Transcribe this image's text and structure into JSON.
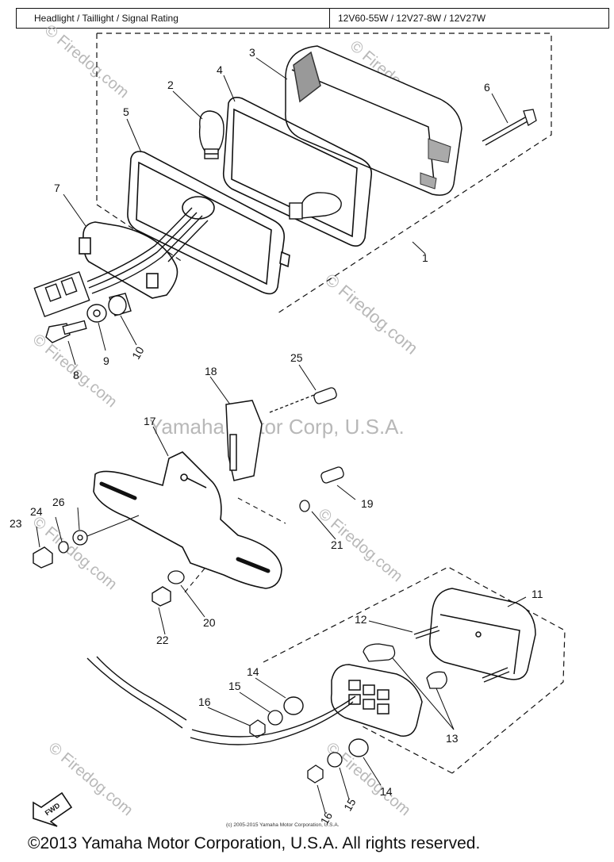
{
  "spec": {
    "label": "Headlight / Taillight / Signal Rating",
    "value": "12V60-55W / 12V27-8W / 12V27W"
  },
  "callouts": [
    "1",
    "2",
    "3",
    "4",
    "5",
    "6",
    "7",
    "8",
    "9",
    "10",
    "11",
    "12",
    "13",
    "14",
    "14",
    "15",
    "15",
    "16",
    "16",
    "17",
    "18",
    "19",
    "20",
    "21",
    "22",
    "23",
    "24",
    "25",
    "26"
  ],
  "watermarks": {
    "firedog": "© Firedog.com",
    "center": "Yamaha Motor Corp, U.S.A."
  },
  "fwd_label": "FWD",
  "small_copyright": "(c) 2005-2015 Yamaha Motor Corporation, U.S.A.",
  "footer": "©2013 Yamaha Motor Corporation, U.S.A. All rights reserved."
}
